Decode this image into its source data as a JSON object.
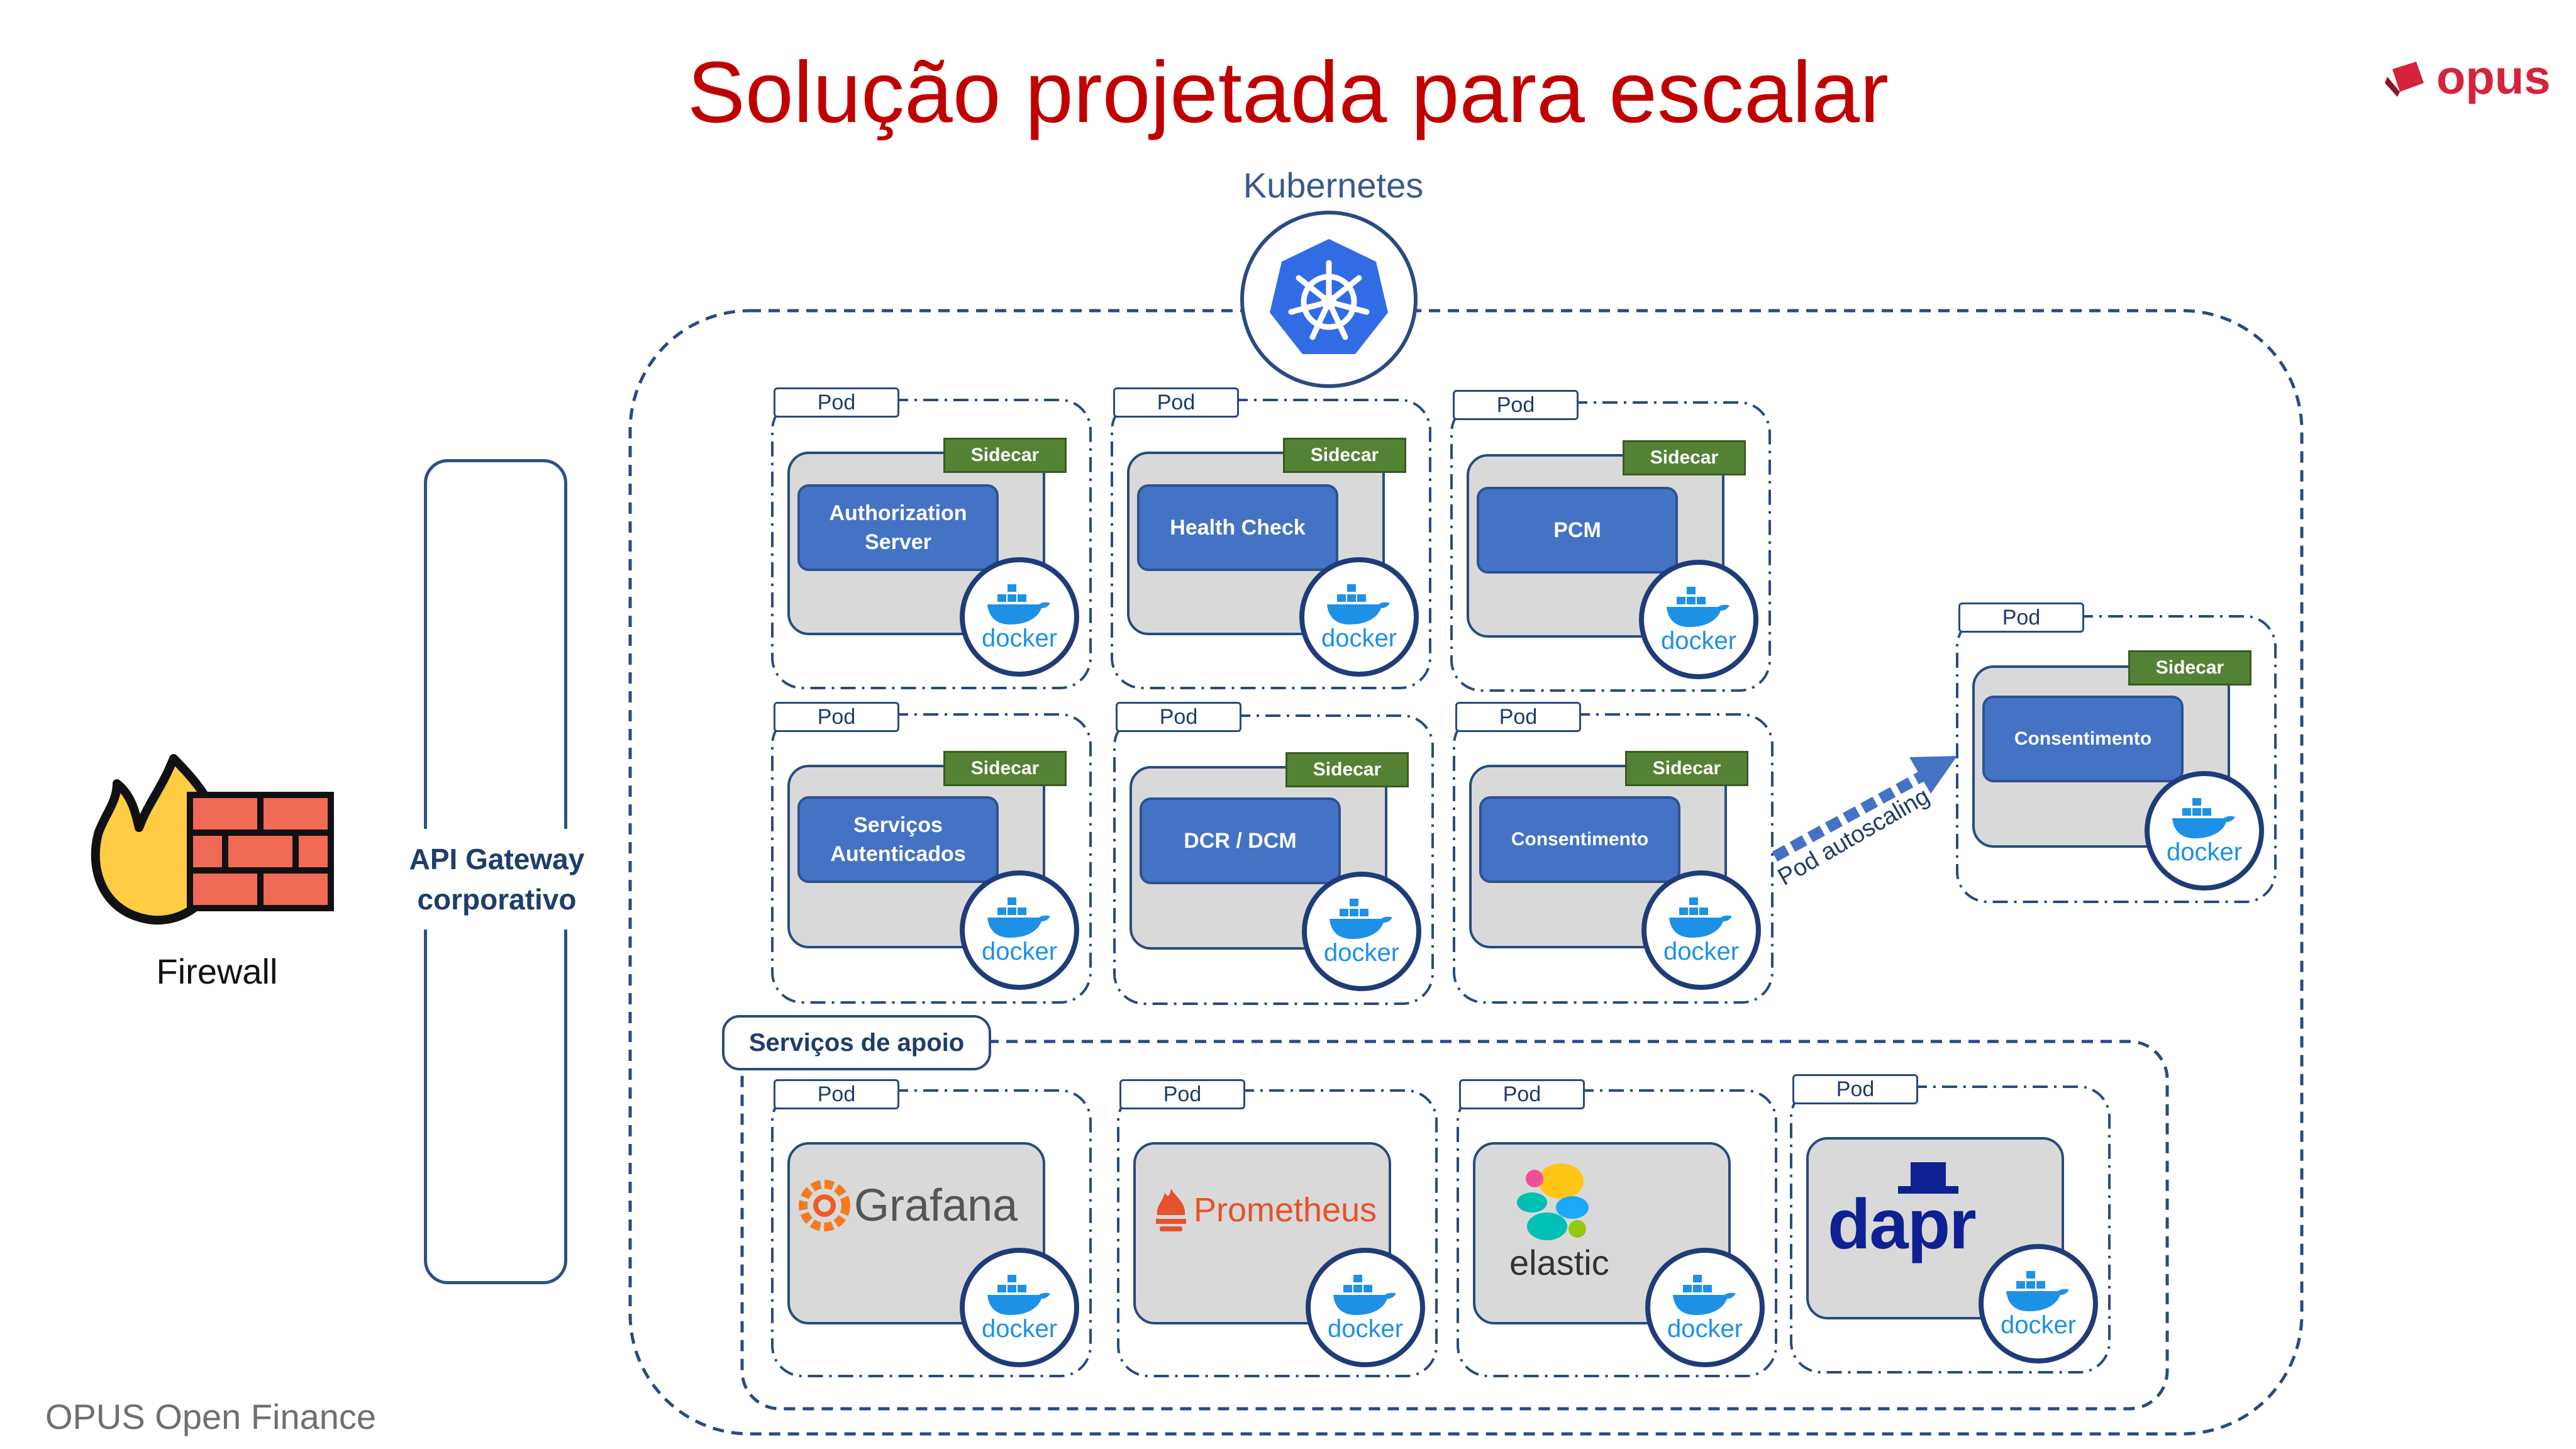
{
  "title": "Solução projetada para escalar",
  "brand": {
    "name": "opus"
  },
  "footer": "OPUS Open Finance",
  "kubernetes_label": "Kubernetes",
  "firewall_label": "Firewall",
  "gateway_label": "API Gateway corporativo",
  "pod_label": "Pod",
  "sidecar_label": "Sidecar",
  "docker_label": "docker",
  "autoscaling_label": "Pod autoscaling",
  "support_services_label": "Serviços de apoio",
  "services": {
    "authorization_server": "Authorization Server",
    "health_check": "Health Check",
    "pcm": "PCM",
    "servicos_autenticados": "Serviços Autenticados",
    "dcr_dcm": "DCR / DCM",
    "consentimento": "Consentimento",
    "consentimento_scaled": "Consentimento"
  },
  "support": {
    "grafana": "Grafana",
    "prometheus": "Prometheus",
    "elastic": "elastic",
    "dapr": "dapr"
  },
  "colors": {
    "title": "#c00000",
    "service_box": "#4472c4",
    "sidecar": "#548235",
    "outline": "#2a4a80",
    "docker": "#1d91e6",
    "kubernetes": "#326ce5"
  }
}
